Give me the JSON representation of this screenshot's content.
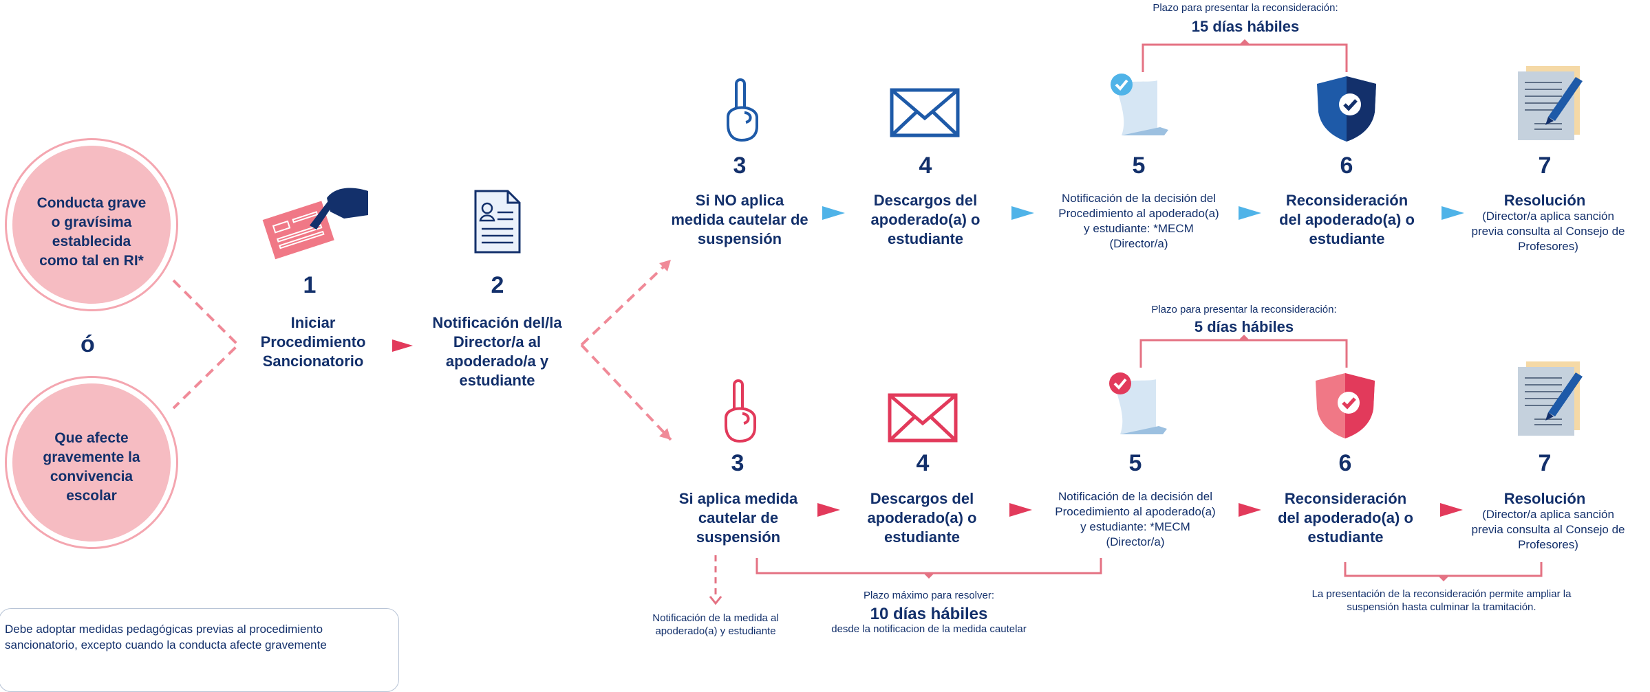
{
  "conditions": {
    "a": "Conducta grave o gravísima establecida como tal en RI*",
    "or": "ó",
    "b": "Que afecte gravemente la convivencia escolar"
  },
  "step1": {
    "num": "1",
    "title": "Iniciar Procedimiento Sancionatorio"
  },
  "step2": {
    "num": "2",
    "title": "Notificación del/la Director/a al apoderado/a y estudiante"
  },
  "top": {
    "deadline_caption": "Plazo para presentar la reconsideración:",
    "deadline_value": "15 días hábiles",
    "s3": {
      "num": "3",
      "title": "Si NO aplica medida cautelar de suspensión"
    },
    "s4": {
      "num": "4",
      "title": "Descargos del apoderado(a) o estudiante"
    },
    "s5": {
      "num": "5",
      "text": "Notificación de la decisión del Procedimiento al apoderado(a) y estudiante: *MECM (Director/a)"
    },
    "s6": {
      "num": "6",
      "title": "Reconsideración del apoderado(a) o estudiante"
    },
    "s7": {
      "num": "7",
      "title": "Resolución",
      "text": "(Director/a aplica sanción previa consulta al Consejo de Profesores)"
    }
  },
  "bottom": {
    "deadline_caption": "Plazo para presentar la reconsideración:",
    "deadline_value": "5 días hábiles",
    "s3": {
      "num": "3",
      "title": "Si aplica medida cautelar de suspensión"
    },
    "s4": {
      "num": "4",
      "title": "Descargos del apoderado(a) o estudiante"
    },
    "s5": {
      "num": "5",
      "text": "Notificación de la decisión del Procedimiento al apoderado(a) y estudiante: *MECM (Director/a)"
    },
    "s6": {
      "num": "6",
      "title": "Reconsideración del apoderado(a) o estudiante"
    },
    "s7": {
      "num": "7",
      "title": "Resolución",
      "text": "(Director/a aplica sanción previa consulta al Consejo de Profesores)"
    },
    "medida_note": "Notificación de la medida al apoderado(a) y estudiante",
    "max_caption": "Plazo máximo para resolver:",
    "max_value": "10 días hábiles",
    "max_sub": "desde la notificacion de la medida cautelar",
    "extend_note": "La presentación de la reconsideración permite ampliar la suspensión hasta culminar la tramitación."
  },
  "note": "Debe adoptar medidas pedagógicas previas al procedimiento sancionatorio, excepto cuando la conducta afecte gravemente",
  "colors": {
    "navy": "#13306b",
    "blue": "#1e5aa8",
    "light_blue": "#4fb3e8",
    "pink": "#f6bcc2",
    "red": "#e23a5b"
  }
}
